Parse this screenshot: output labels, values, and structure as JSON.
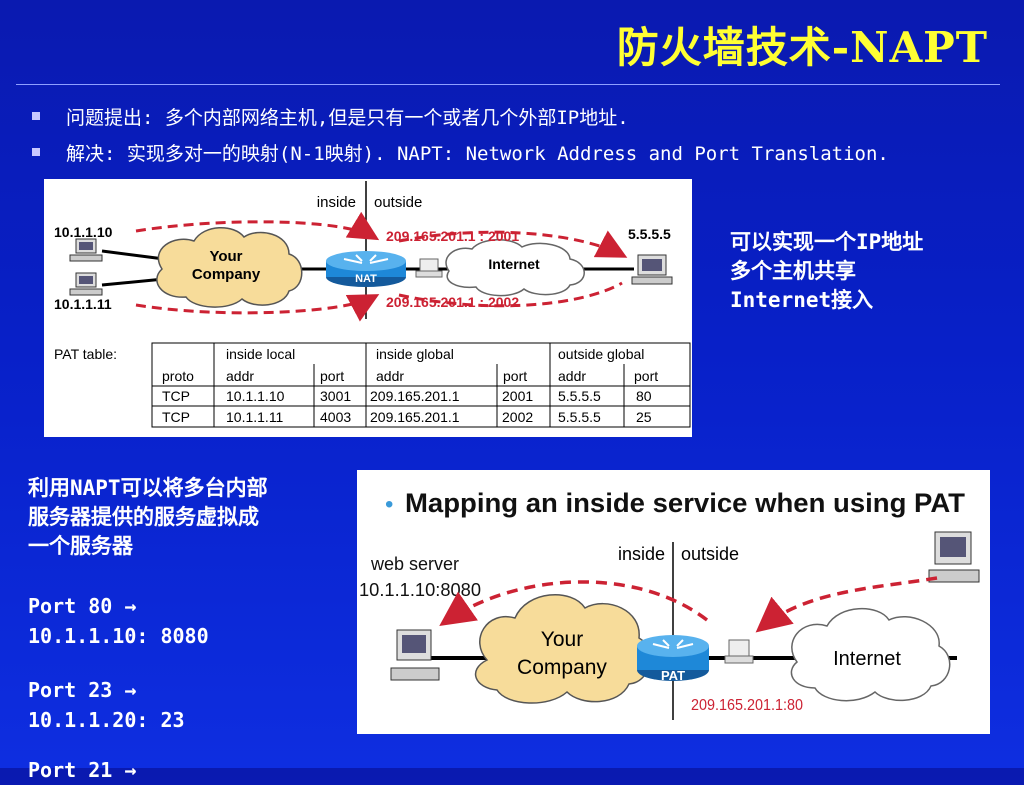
{
  "slide": {
    "title": "防火墙技术-NAPT",
    "bullets": [
      "问题提出: 多个内部网络主机,但是只有一个或者几个外部IP地址.",
      "解决: 实现多对一的映射(N-1映射). NAPT: Network Address and Port Translation."
    ],
    "right_note": {
      "line1_pre": " 可以实现一个",
      "line1_code": "IP",
      "line1_post": "地址",
      "line2": "多个主机共享",
      "line3_code": "Internet",
      "line3_post": "接入"
    },
    "left_note": {
      "line1_pre": "利用",
      "line1_code": "NAPT",
      "line1_post": "可以将多台内部",
      "line2": "服务器提供的服务虚拟成",
      "line3": "一个服务器"
    },
    "port_maps": [
      {
        "from": "Port 80 →",
        "to": "10.1.1.10: 8080"
      },
      {
        "from": "Port 23 →",
        "to": "10.1.1.20: 23"
      },
      {
        "from": "Port 21 →",
        "to": ""
      }
    ]
  },
  "diagram1": {
    "inside_label": "inside",
    "outside_label": "outside",
    "host1": "10.1.1.10",
    "host2": "10.1.1.11",
    "company": [
      "Your",
      "Company"
    ],
    "router": "NAT",
    "internet": "Internet",
    "remote_host": "5.5.5.5",
    "flow1": "209.165.201.1 : 2001",
    "flow2": "209.165.201.1 : 2002",
    "table_label": "PAT table:",
    "group_headers": [
      "inside local",
      "inside global",
      "outside global"
    ],
    "columns": [
      "proto",
      "addr",
      "port",
      "addr",
      "port",
      "addr",
      "port"
    ],
    "rows": [
      [
        "TCP",
        "10.1.1.10",
        "3001",
        "209.165.201.1",
        "2001",
        "5.5.5.5",
        "80"
      ],
      [
        "TCP",
        "10.1.1.11",
        "4003",
        "209.165.201.1",
        "2002",
        "5.5.5.5",
        "25"
      ]
    ]
  },
  "diagram2": {
    "heading": "Mapping an inside service when using PAT",
    "bullet": "•",
    "server_label1": "web server",
    "server_label2": "10.1.1.10:8080",
    "inside_label": "inside",
    "outside_label": "outside",
    "company": [
      "Your",
      "Company"
    ],
    "router": "PAT",
    "internet": "Internet",
    "public_addr": "209.165.201.1:80"
  },
  "colors": {
    "title": "#ffff33",
    "accent_red": "#cc2233",
    "cloud_company": "#f7dc9a",
    "cloud_internet": "#ffffff",
    "router": "#1e88d8"
  }
}
